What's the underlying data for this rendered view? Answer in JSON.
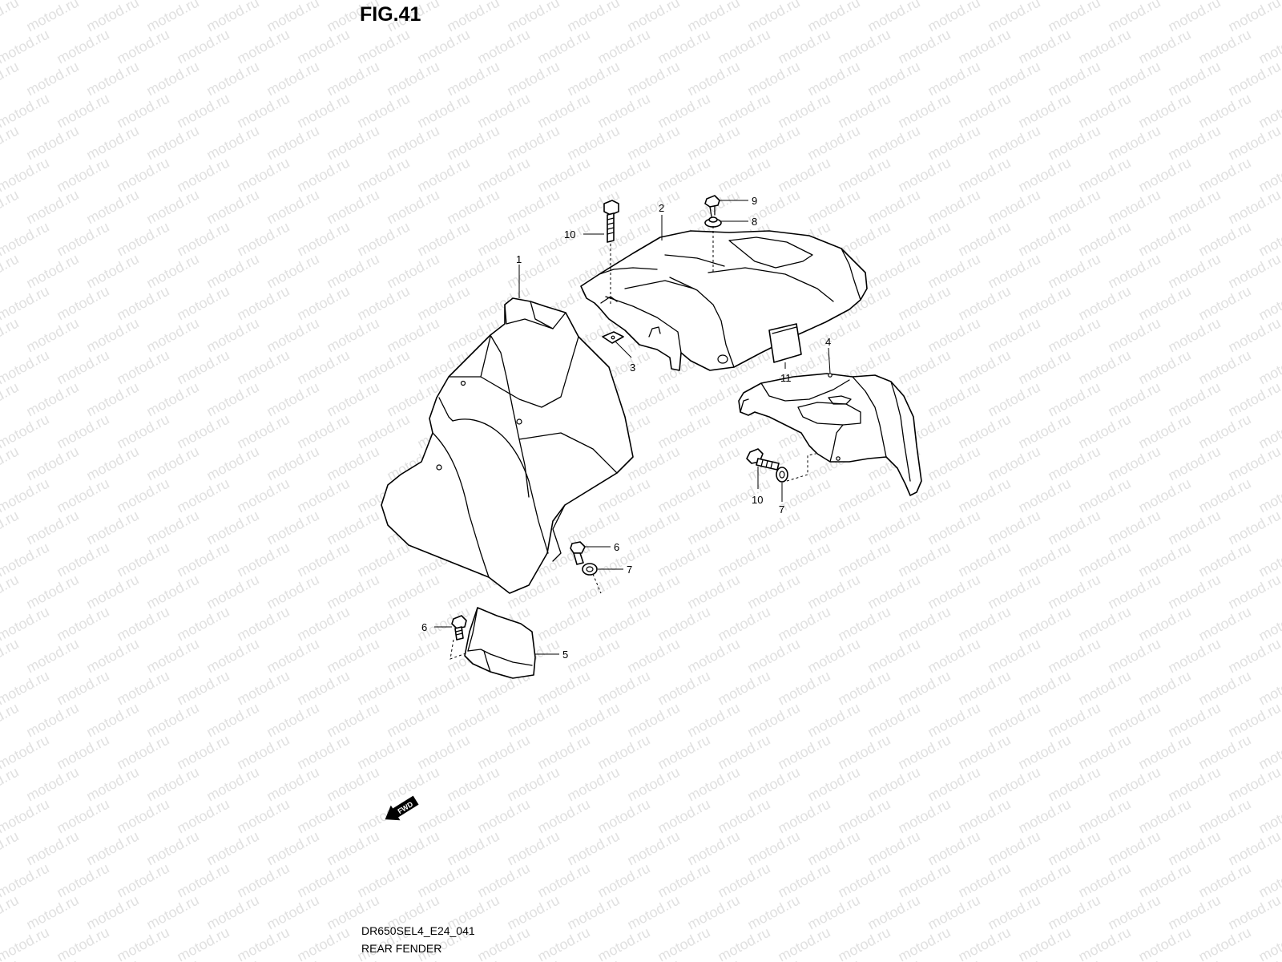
{
  "figure": {
    "title": "FIG.41",
    "code": "DR650SEL4_E24_041",
    "name": "REAR FENDER"
  },
  "watermark": {
    "text": "motod.ru",
    "color": "#c8c8c8"
  },
  "fwd_arrow": {
    "label": "FWD"
  },
  "callouts": [
    {
      "ref": "1"
    },
    {
      "ref": "2"
    },
    {
      "ref": "3"
    },
    {
      "ref": "4"
    },
    {
      "ref": "5"
    },
    {
      "ref": "6"
    },
    {
      "ref": "6"
    },
    {
      "ref": "7"
    },
    {
      "ref": "7"
    },
    {
      "ref": "8"
    },
    {
      "ref": "9"
    },
    {
      "ref": "10"
    },
    {
      "ref": "10"
    },
    {
      "ref": "11"
    }
  ]
}
